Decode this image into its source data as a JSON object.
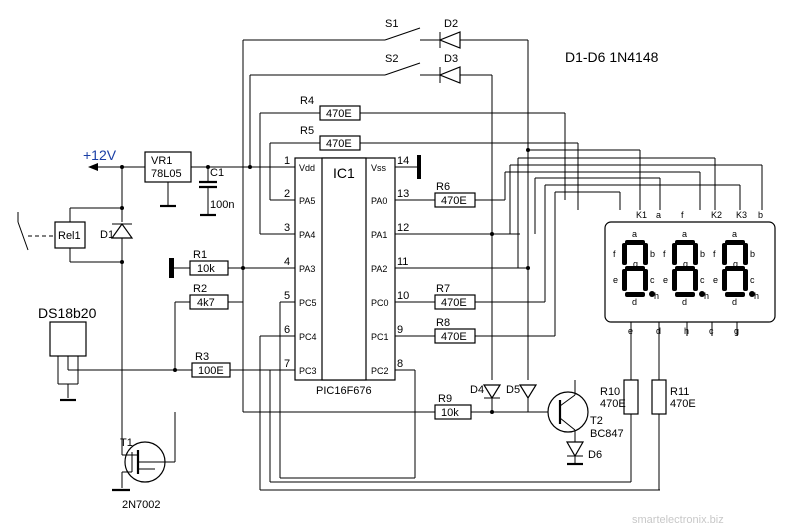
{
  "title": "D1-D6 1N4148",
  "supply": "+12V",
  "watermark": "smartelectronix.biz",
  "ic": {
    "name": "IC1",
    "part": "PIC16F676",
    "left_pins": [
      {
        "num": "1",
        "name": "Vdd"
      },
      {
        "num": "2",
        "name": "PA5"
      },
      {
        "num": "3",
        "name": "PA4"
      },
      {
        "num": "4",
        "name": "PA3"
      },
      {
        "num": "5",
        "name": "PC5"
      },
      {
        "num": "6",
        "name": "PC4"
      },
      {
        "num": "7",
        "name": "PC3"
      }
    ],
    "right_pins": [
      {
        "num": "14",
        "name": "Vss"
      },
      {
        "num": "13",
        "name": "PA0"
      },
      {
        "num": "12",
        "name": "PA1"
      },
      {
        "num": "11",
        "name": "PA2"
      },
      {
        "num": "10",
        "name": "PC0"
      },
      {
        "num": "9",
        "name": "PC1"
      },
      {
        "num": "8",
        "name": "PC2"
      }
    ]
  },
  "regulator": {
    "ref": "VR1",
    "part": "78L05"
  },
  "c1": {
    "ref": "C1",
    "value": "100n"
  },
  "relay": "Rel1",
  "d1": "D1",
  "sensor": "DS18b20",
  "resistors": [
    {
      "ref": "R1",
      "value": "10k"
    },
    {
      "ref": "R2",
      "value": "4k7"
    },
    {
      "ref": "R3",
      "value": "100E"
    },
    {
      "ref": "R4",
      "value": "470E"
    },
    {
      "ref": "R5",
      "value": "470E"
    },
    {
      "ref": "R6",
      "value": "470E"
    },
    {
      "ref": "R7",
      "value": "470E"
    },
    {
      "ref": "R8",
      "value": "470E"
    },
    {
      "ref": "R9",
      "value": "10k"
    },
    {
      "ref": "R10",
      "value": "470E"
    },
    {
      "ref": "R11",
      "value": "470E"
    }
  ],
  "switches": [
    "S1",
    "S2"
  ],
  "diodes": [
    "D2",
    "D3",
    "D4",
    "D5",
    "D6"
  ],
  "t1": {
    "ref": "T1",
    "part": "2N7002"
  },
  "t2": {
    "ref": "T2",
    "part": "BC847"
  },
  "display": {
    "top_pins": [
      "K1",
      "a",
      "f",
      "K2",
      "K3",
      "b"
    ],
    "bottom_pins": [
      "e",
      "d",
      "h",
      "c",
      "g"
    ],
    "digit_labels": [
      "a",
      "f",
      "g",
      "b",
      "e",
      "c",
      "d",
      "h"
    ]
  }
}
